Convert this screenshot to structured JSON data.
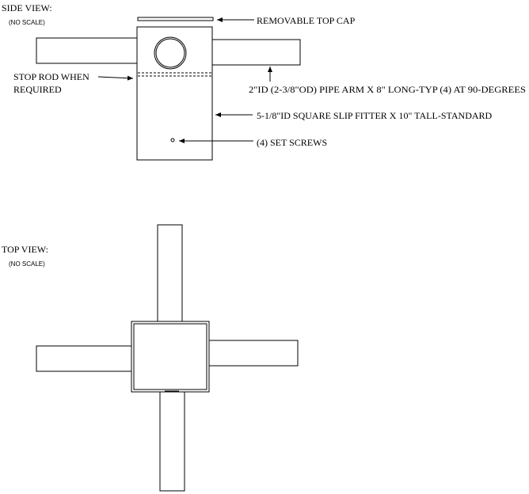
{
  "side_view": {
    "title": "SIDE VIEW:",
    "scale_note": "(NO SCALE)",
    "labels": {
      "top_cap": "REMOVABLE TOP CAP",
      "stop_rod_line1": "STOP ROD WHEN",
      "stop_rod_line2": "REQUIRED",
      "pipe_arm": "2\"ID (2-3/8\"OD)  PIPE ARM X 8\" LONG-TYP (4) AT 90-DEGREES",
      "slip_fitter": "5-1/8\"ID SQUARE SLIP FITTER X 10\" TALL-STANDARD",
      "set_screws": "(4) SET SCREWS"
    }
  },
  "top_view": {
    "title": "TOP VIEW:",
    "scale_note": "(NO SCALE)"
  }
}
